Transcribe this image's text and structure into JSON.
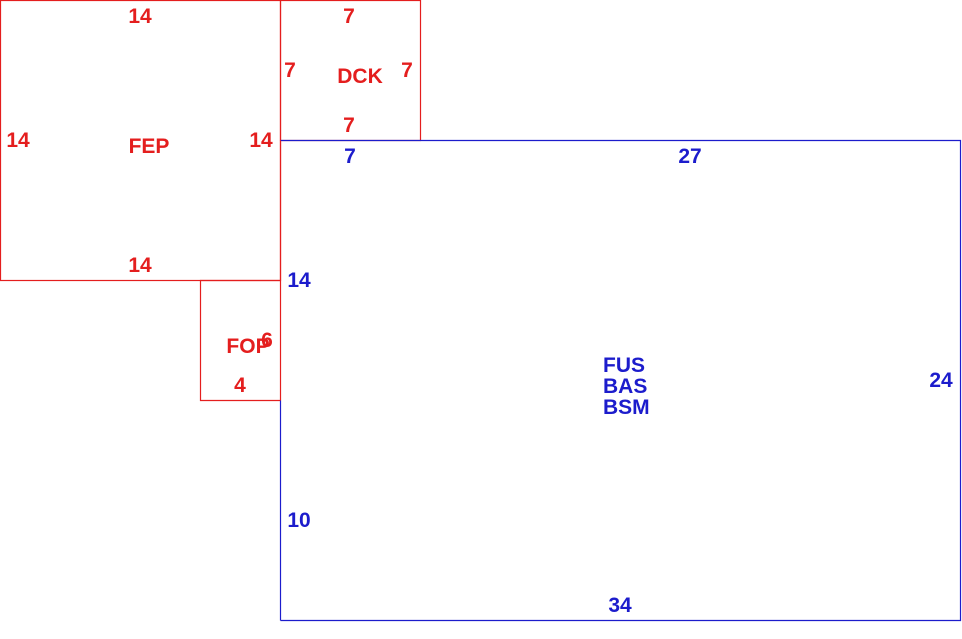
{
  "colors": {
    "red": "#e41e1e",
    "blue": "#1c1ccc"
  },
  "fep": {
    "code": "FEP",
    "dim_top": "14",
    "dim_left": "14",
    "dim_right": "14",
    "dim_bottom": "14"
  },
  "dck": {
    "code": "DCK",
    "dim_top": "7",
    "dim_left": "7",
    "dim_right": "7",
    "dim_bottom": "7"
  },
  "fop": {
    "code": "FOP",
    "dim_right": "6",
    "dim_bottom": "4"
  },
  "main": {
    "codes": [
      "FUS",
      "BAS",
      "BSM"
    ],
    "dim_top_left": "7",
    "dim_top": "27",
    "dim_left_upper": "14",
    "dim_left_lower": "10",
    "dim_right": "24",
    "dim_bottom": "34"
  }
}
